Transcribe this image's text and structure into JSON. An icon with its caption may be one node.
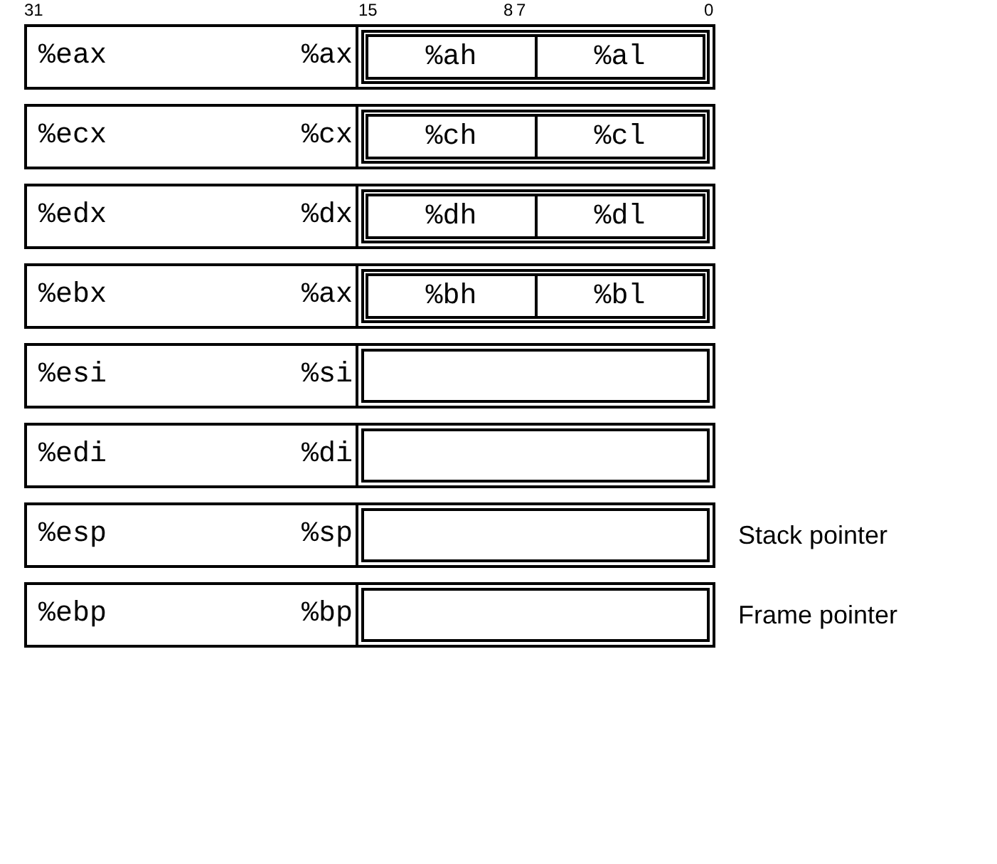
{
  "diagram": {
    "nodes": [
      {
        "text": [
          "%eax",
          "%ax"
        ]
      },
      {
        "text": [],
        "shape": "box",
        "in": 0
      },
      {
        "text": [
          "%ah"
        ],
        "in": 1
      },
      {
        "text": [
          "%al"
        ],
        "in": 1
      },
      {
        "text": [
          "%ecx",
          "%cx"
        ]
      },
      {
        "text": [],
        "shape": "box",
        "in": 4
      },
      {
        "text": [
          "%ch"
        ],
        "in": 5
      },
      {
        "text": [
          "%cl"
        ],
        "in": 5
      },
      {
        "text": [
          "%edx",
          "%dx"
        ]
      },
      {
        "text": [],
        "shape": "box",
        "in": 8
      },
      {
        "text": [
          "%dh"
        ],
        "in": 9
      },
      {
        "text": [
          "%dl"
        ],
        "in": 9
      },
      {
        "text": [
          "%ebx",
          "%ax"
        ]
      },
      {
        "text": [],
        "shape": "box",
        "in": 12
      },
      {
        "text": [
          "%bh"
        ],
        "in": 13
      },
      {
        "text": [
          "%bl"
        ],
        "in": 13
      },
      {
        "text": [
          "%esi",
          "%si"
        ]
      },
      {
        "text": [],
        "shape": "box",
        "in": 16
      },
      {
        "text": [
          "%edi",
          "%di"
        ]
      },
      {
        "text": [],
        "shape": "box",
        "in": 18
      },
      {
        "text": [
          "%esp",
          "%sp"
        ],
        "beside": [
          "Stack pointer"
        ]
      },
      {
        "text": [],
        "shape": "box",
        "in": 20
      },
      {
        "text": [
          "%ebp",
          "%bp"
        ],
        "beside": [
          "Frame pointer"
        ]
      },
      {
        "text": [],
        "shape": "box",
        "in": 22
      }
    ],
    "labels": [
      "31",
      "15",
      "8",
      "7",
      "0"
    ]
  }
}
